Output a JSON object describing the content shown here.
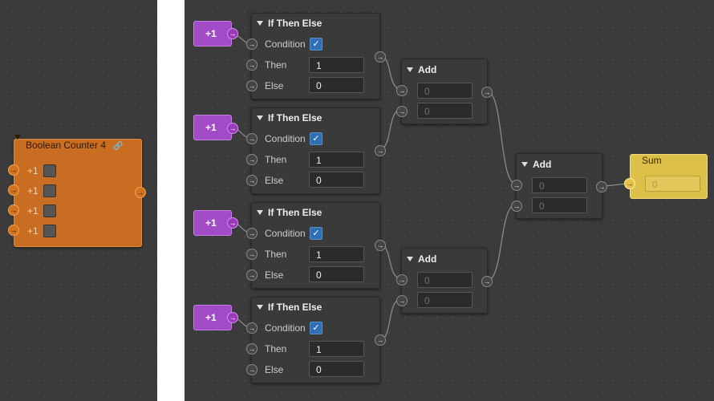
{
  "boolean_counter": {
    "title": "Boolean Counter 4",
    "inputs": [
      {
        "label": "+1"
      },
      {
        "label": "+1"
      },
      {
        "label": "+1"
      },
      {
        "label": "+1"
      }
    ]
  },
  "plus_nodes": [
    {
      "label": "+1"
    },
    {
      "label": "+1"
    },
    {
      "label": "+1"
    },
    {
      "label": "+1"
    }
  ],
  "if_nodes": [
    {
      "title": "If Then Else",
      "condition_label": "Condition",
      "then_label": "Then",
      "then_value": "1",
      "else_label": "Else",
      "else_value": "0"
    },
    {
      "title": "If Then Else",
      "condition_label": "Condition",
      "then_label": "Then",
      "then_value": "1",
      "else_label": "Else",
      "else_value": "0"
    },
    {
      "title": "If Then Else",
      "condition_label": "Condition",
      "then_label": "Then",
      "then_value": "1",
      "else_label": "Else",
      "else_value": "0"
    },
    {
      "title": "If Then Else",
      "condition_label": "Condition",
      "then_label": "Then",
      "then_value": "1",
      "else_label": "Else",
      "else_value": "0"
    }
  ],
  "add_nodes": [
    {
      "title": "Add",
      "a": "0",
      "b": "0"
    },
    {
      "title": "Add",
      "a": "0",
      "b": "0"
    },
    {
      "title": "Add",
      "a": "0",
      "b": "0"
    }
  ],
  "sum_node": {
    "title": "Sum",
    "value": "0"
  },
  "colors": {
    "canvas": "#2d2d2d",
    "counter_node": "#c96d22",
    "plus_node": "#a24bc6",
    "sum_node": "#dcc04a",
    "checkbox": "#2f6fb5"
  },
  "icons": {
    "port": "arrow-right-icon",
    "collapse": "triangle-down-icon",
    "link": "link-icon",
    "check": "checkmark-icon"
  }
}
